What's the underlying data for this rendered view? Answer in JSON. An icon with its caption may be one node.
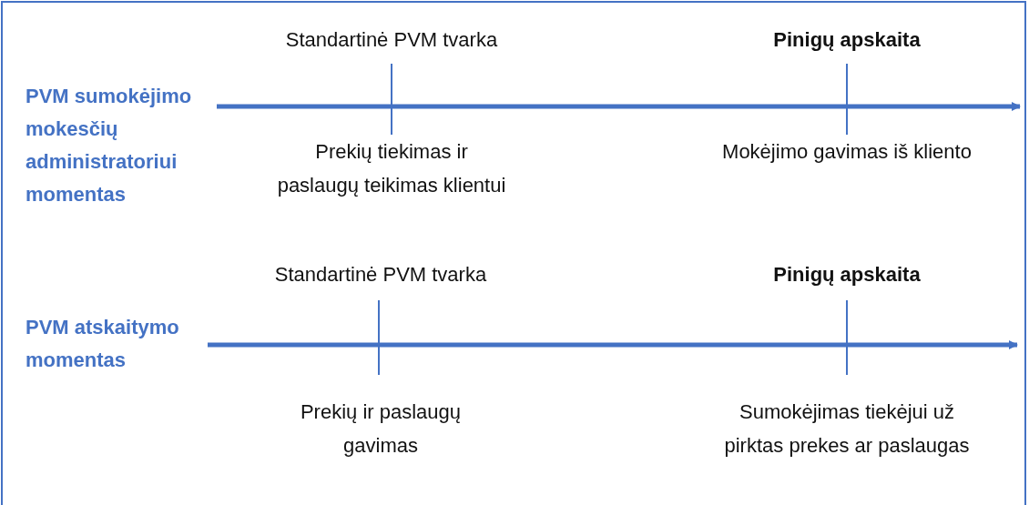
{
  "diagram": {
    "labels": [
      "Standartinė PVM tvarka",
      "Pinigų apskaita",
      "PVM sumokėjimo mokesčių administratoriui momentas",
      "Prekių tiekimas ir paslaugų teikimas klientui",
      "Mokėjimo gavimas iš kliento",
      "Standartinė PVM tvarka",
      "Pinigų apskaita",
      "PVM atskaitymo momentas",
      "Prekių ir paslaugų gavimas",
      "Sumokėjimas tiekėjui už pirktas prekes ar paslaugas"
    ]
  }
}
